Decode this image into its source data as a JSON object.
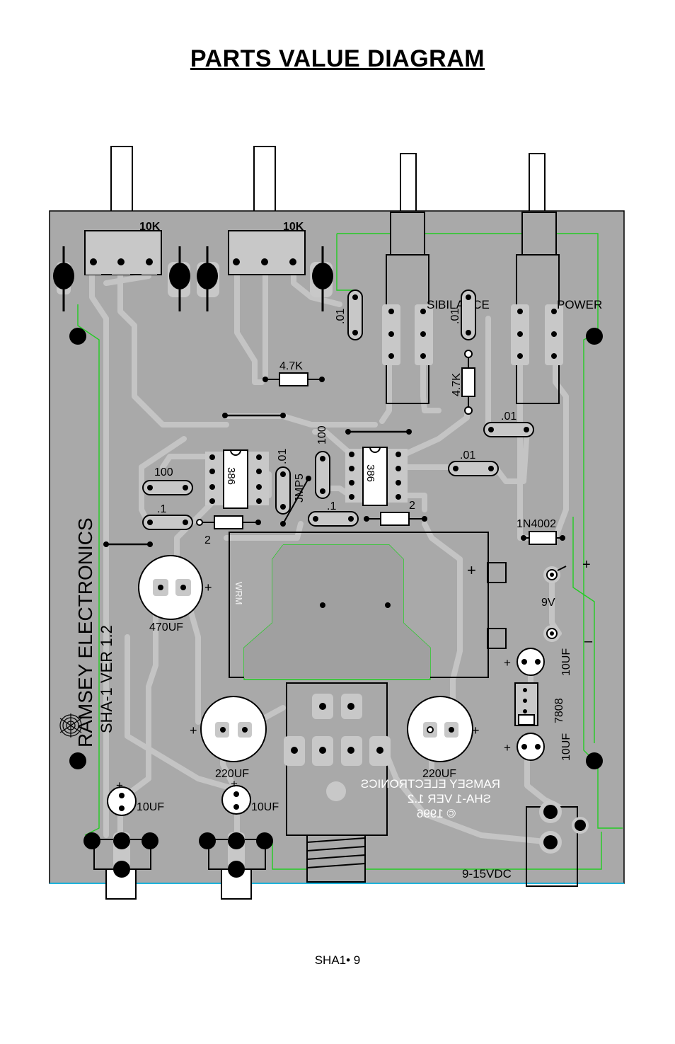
{
  "title": "PARTS VALUE DIAGRAM",
  "footer": "SHA1• 9",
  "colors": {
    "board": "#a9a9a9",
    "trace": "#c4c4c4",
    "outline": "#22cc22",
    "pad": "#000000",
    "copper_pad": "#c8c8c8"
  },
  "components": {
    "pot_left": "10K",
    "pot_right": "10K",
    "sw_sibilance": "SIBILANCE",
    "sw_power": "POWER",
    "cap_01_a": ".01",
    "cap_01_b": ".01",
    "res_47k_h": "4.7K",
    "res_47k_v": "4.7K",
    "cap_01_c": ".01",
    "cap_01_d": ".01",
    "res_100_a": "100",
    "ic_left": "386",
    "ic_right": "386",
    "cap_01_e": ".01",
    "cap_100_v": "100",
    "jumper": "JMP5",
    "cap_1_left": ".1",
    "res_2_left": "2",
    "cap_1_mid": ".1",
    "res_2_right": "2",
    "diode": "1N4002",
    "cap_470": "470UF",
    "batt_9v": "9V",
    "cap_10uf_right_top": "10UF",
    "reg": "7808",
    "cap_10uf_right_bot": "10UF",
    "cap_220_left": "220UF",
    "cap_220_right": "220UF",
    "cap_10uf_left": "10UF",
    "cap_10uf_mid": "10UF",
    "dc_jack": "9-15VDC",
    "plus": "+",
    "minus": "–",
    "batt_silk": "WRM"
  },
  "silkscreen": {
    "brand": "RAMSEY ELECTRONICS",
    "model": "SHA-1   VER 1.2",
    "mirror_line1": "RAMSEY ELECTRONICS",
    "mirror_line2": "SHA-1  VER 1.2",
    "mirror_line3": "© 1996"
  }
}
